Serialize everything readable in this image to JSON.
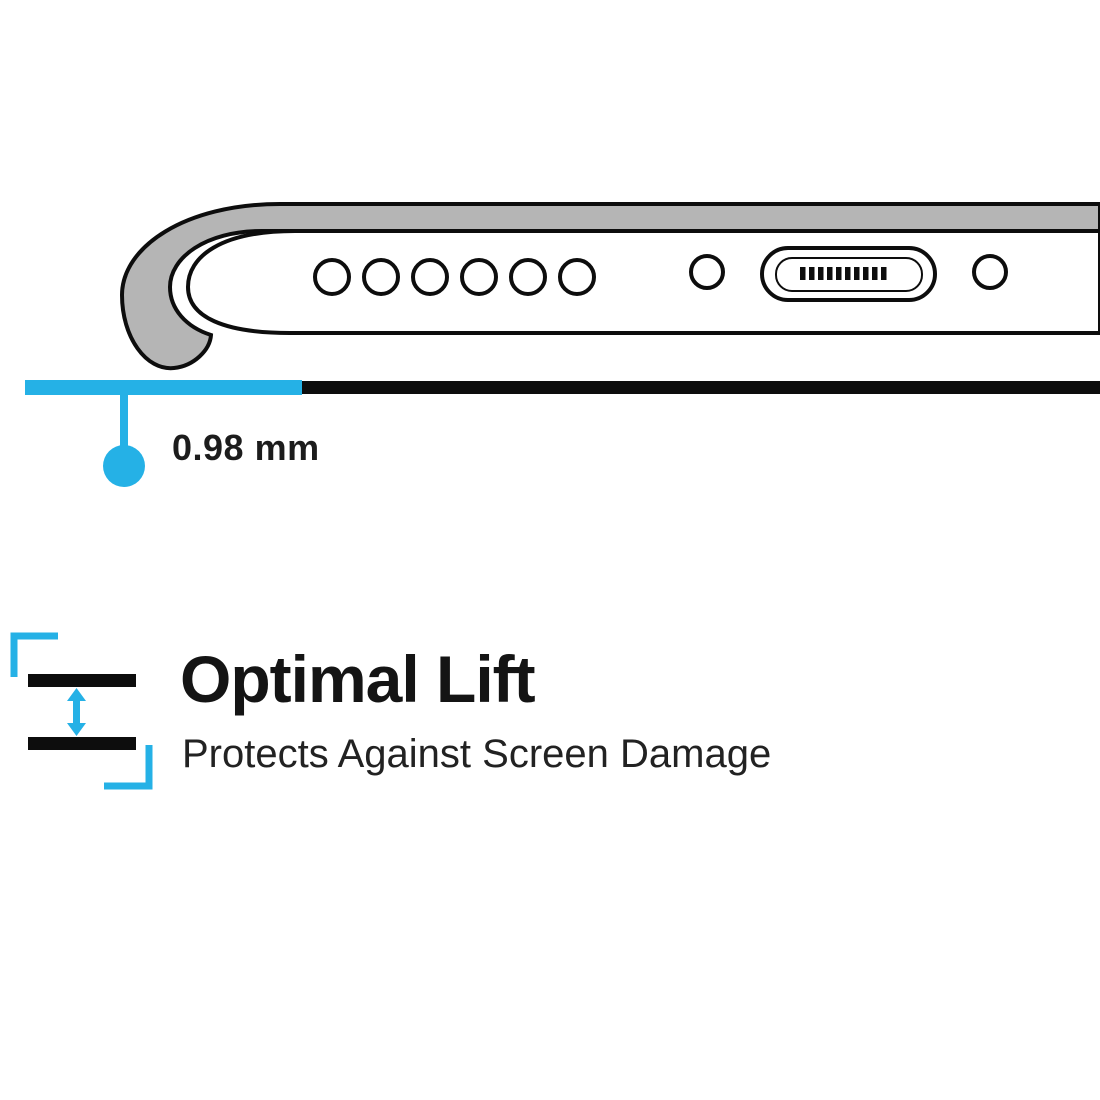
{
  "colors": {
    "accent_cyan": "#25b1e6",
    "ink_black": "#0d0d0d",
    "case_gray": "#b5b5b5",
    "text_dark": "#1c1c1c"
  },
  "measurement": {
    "label": "0.98 mm"
  },
  "feature": {
    "title": "Optimal Lift",
    "subtitle": "Protects Against Screen Damage"
  },
  "icons": {
    "phone_illustration": "phone-bottom-edge-in-case-icon",
    "lift_gap": "lift-gap-icon",
    "pointer": "measurement-pointer-dot"
  }
}
